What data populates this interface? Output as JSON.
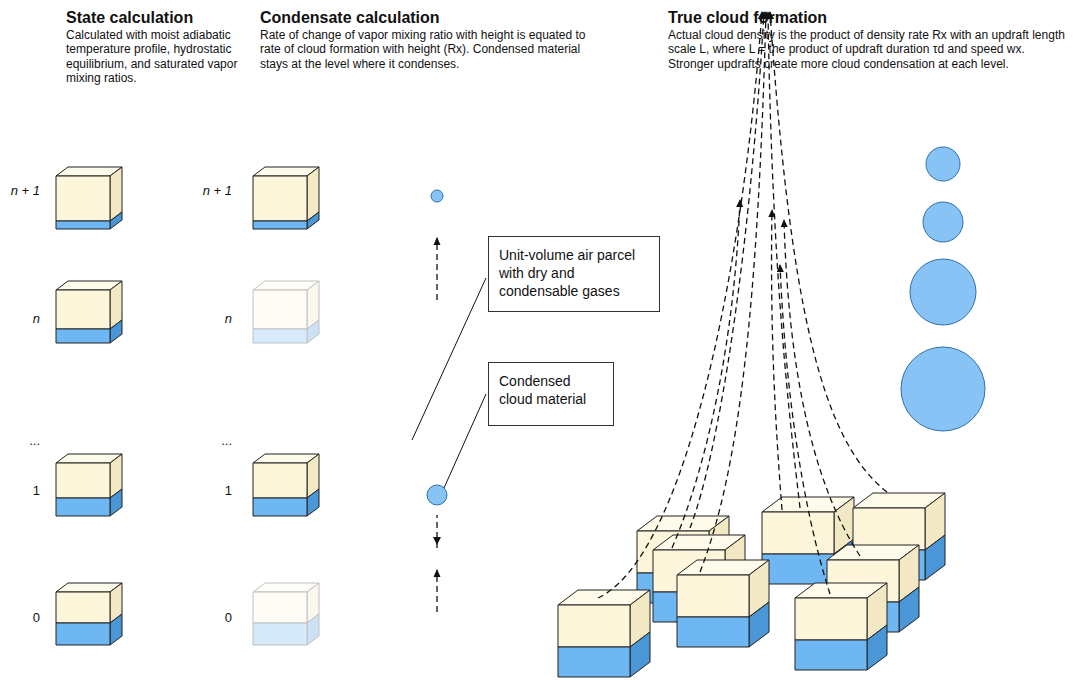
{
  "diagram": {
    "nodes": [
      {
        "text": [
          "Unit-volume air parcel with dry and condensable gases"
        ]
      },
      {
        "text": [
          "Condensed cloud material"
        ]
      }
    ],
    "labels": [
      "State calculation",
      "Calculated with moist adiabatic temperature profile, hydrostatic equilibrium, and saturated vapor mixing ratios.",
      "Condensate calculation",
      "Rate of change of vapor mixing ratio with height is equated to rate of cloud formation with height (Rx). Condensed material stays at the level where it condenses.",
      "True cloud formation",
      "Actual cloud density is the product of density rate Rx with an updraft length scale L, where L = the product of updraft duration τd and speed wx. Stronger updrafts create more cloud condensation at each level.",
      "n + 1",
      "n",
      "...",
      "1",
      "0",
      "n + 1",
      "n",
      "...",
      "1",
      "0"
    ]
  }
}
